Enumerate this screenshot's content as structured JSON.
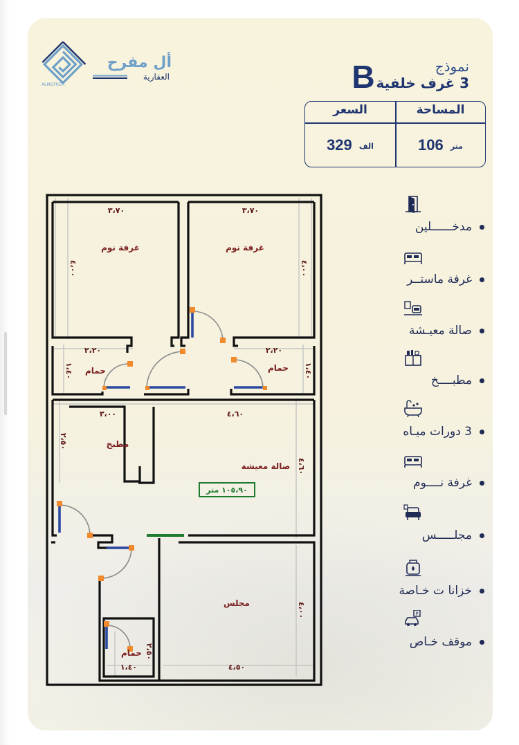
{
  "brand": {
    "name": "أل مفرح",
    "sub": "العقارية",
    "mark_text": "ALMOFREH"
  },
  "model": {
    "title": "نموذج",
    "letter": "B",
    "subtitle": "3 غرف خلفية"
  },
  "specs": {
    "area_header": "المساحة",
    "price_header": "السعر",
    "area_value": "106",
    "area_unit": "متر",
    "price_value": "329",
    "price_unit": "الف"
  },
  "plan": {
    "rooms": {
      "bedroom_left": "غرفة نوم",
      "bedroom_right": "غرفة نوم",
      "bath_left": "حمام",
      "bath_right": "حمام",
      "kitchen": "مطبخ",
      "living": "صالة معيشة",
      "majlis": "مجلس",
      "bath_bottom": "حمام"
    },
    "dimensions": {
      "bed_left_width": "٣،٧٠",
      "bed_right_width": "٣،٧٠",
      "bed_left_height": "٤،٠٠",
      "bed_right_height": "٤،٠٠",
      "bath_left_width": "٢،٢٠",
      "bath_right_width": "٢،٢٠",
      "bath_left_height": "١،٤٠",
      "bath_right_height": "١،٤٠",
      "kitchen_width": "٣،٠٠",
      "kitchen_height": "٢،٥٠",
      "living_width": "٤،٦٠",
      "living_height": "٤،٦٠",
      "majlis_width": "٤،٥٠",
      "majlis_height": "٤،٠٠",
      "bath_bottom_w": "١،٤٠",
      "bath_bottom_h": "٢،٥٠"
    },
    "living_area_tag": "١٠٥،٩٠ متر"
  },
  "features": [
    {
      "icon": "door-icon",
      "label": "مدخــــــلين"
    },
    {
      "icon": "bed-icon",
      "label": "غرفة ماستــر"
    },
    {
      "icon": "living-room-icon",
      "label": "صالة معيـشة"
    },
    {
      "icon": "kitchen-icon",
      "label": "مطبــــخ"
    },
    {
      "icon": "bathtub-icon",
      "label": "3 دورات ميـاه"
    },
    {
      "icon": "bed-icon",
      "label": "غرفة نــــوم"
    },
    {
      "icon": "armchair-icon",
      "label": "مجلـــــس"
    },
    {
      "icon": "water-tank-icon",
      "label": "خزانا ت خـاصة"
    },
    {
      "icon": "parking-icon",
      "label": "موقف خـاص"
    }
  ],
  "colors": {
    "navy": "#1f3570",
    "wall": "#111111",
    "dim_line": "#bdbdbd",
    "window": "#2b4aa0",
    "door_end": "#f08a2c",
    "room_text": "#7b1f1f",
    "area_green": "#1e7a2f"
  }
}
